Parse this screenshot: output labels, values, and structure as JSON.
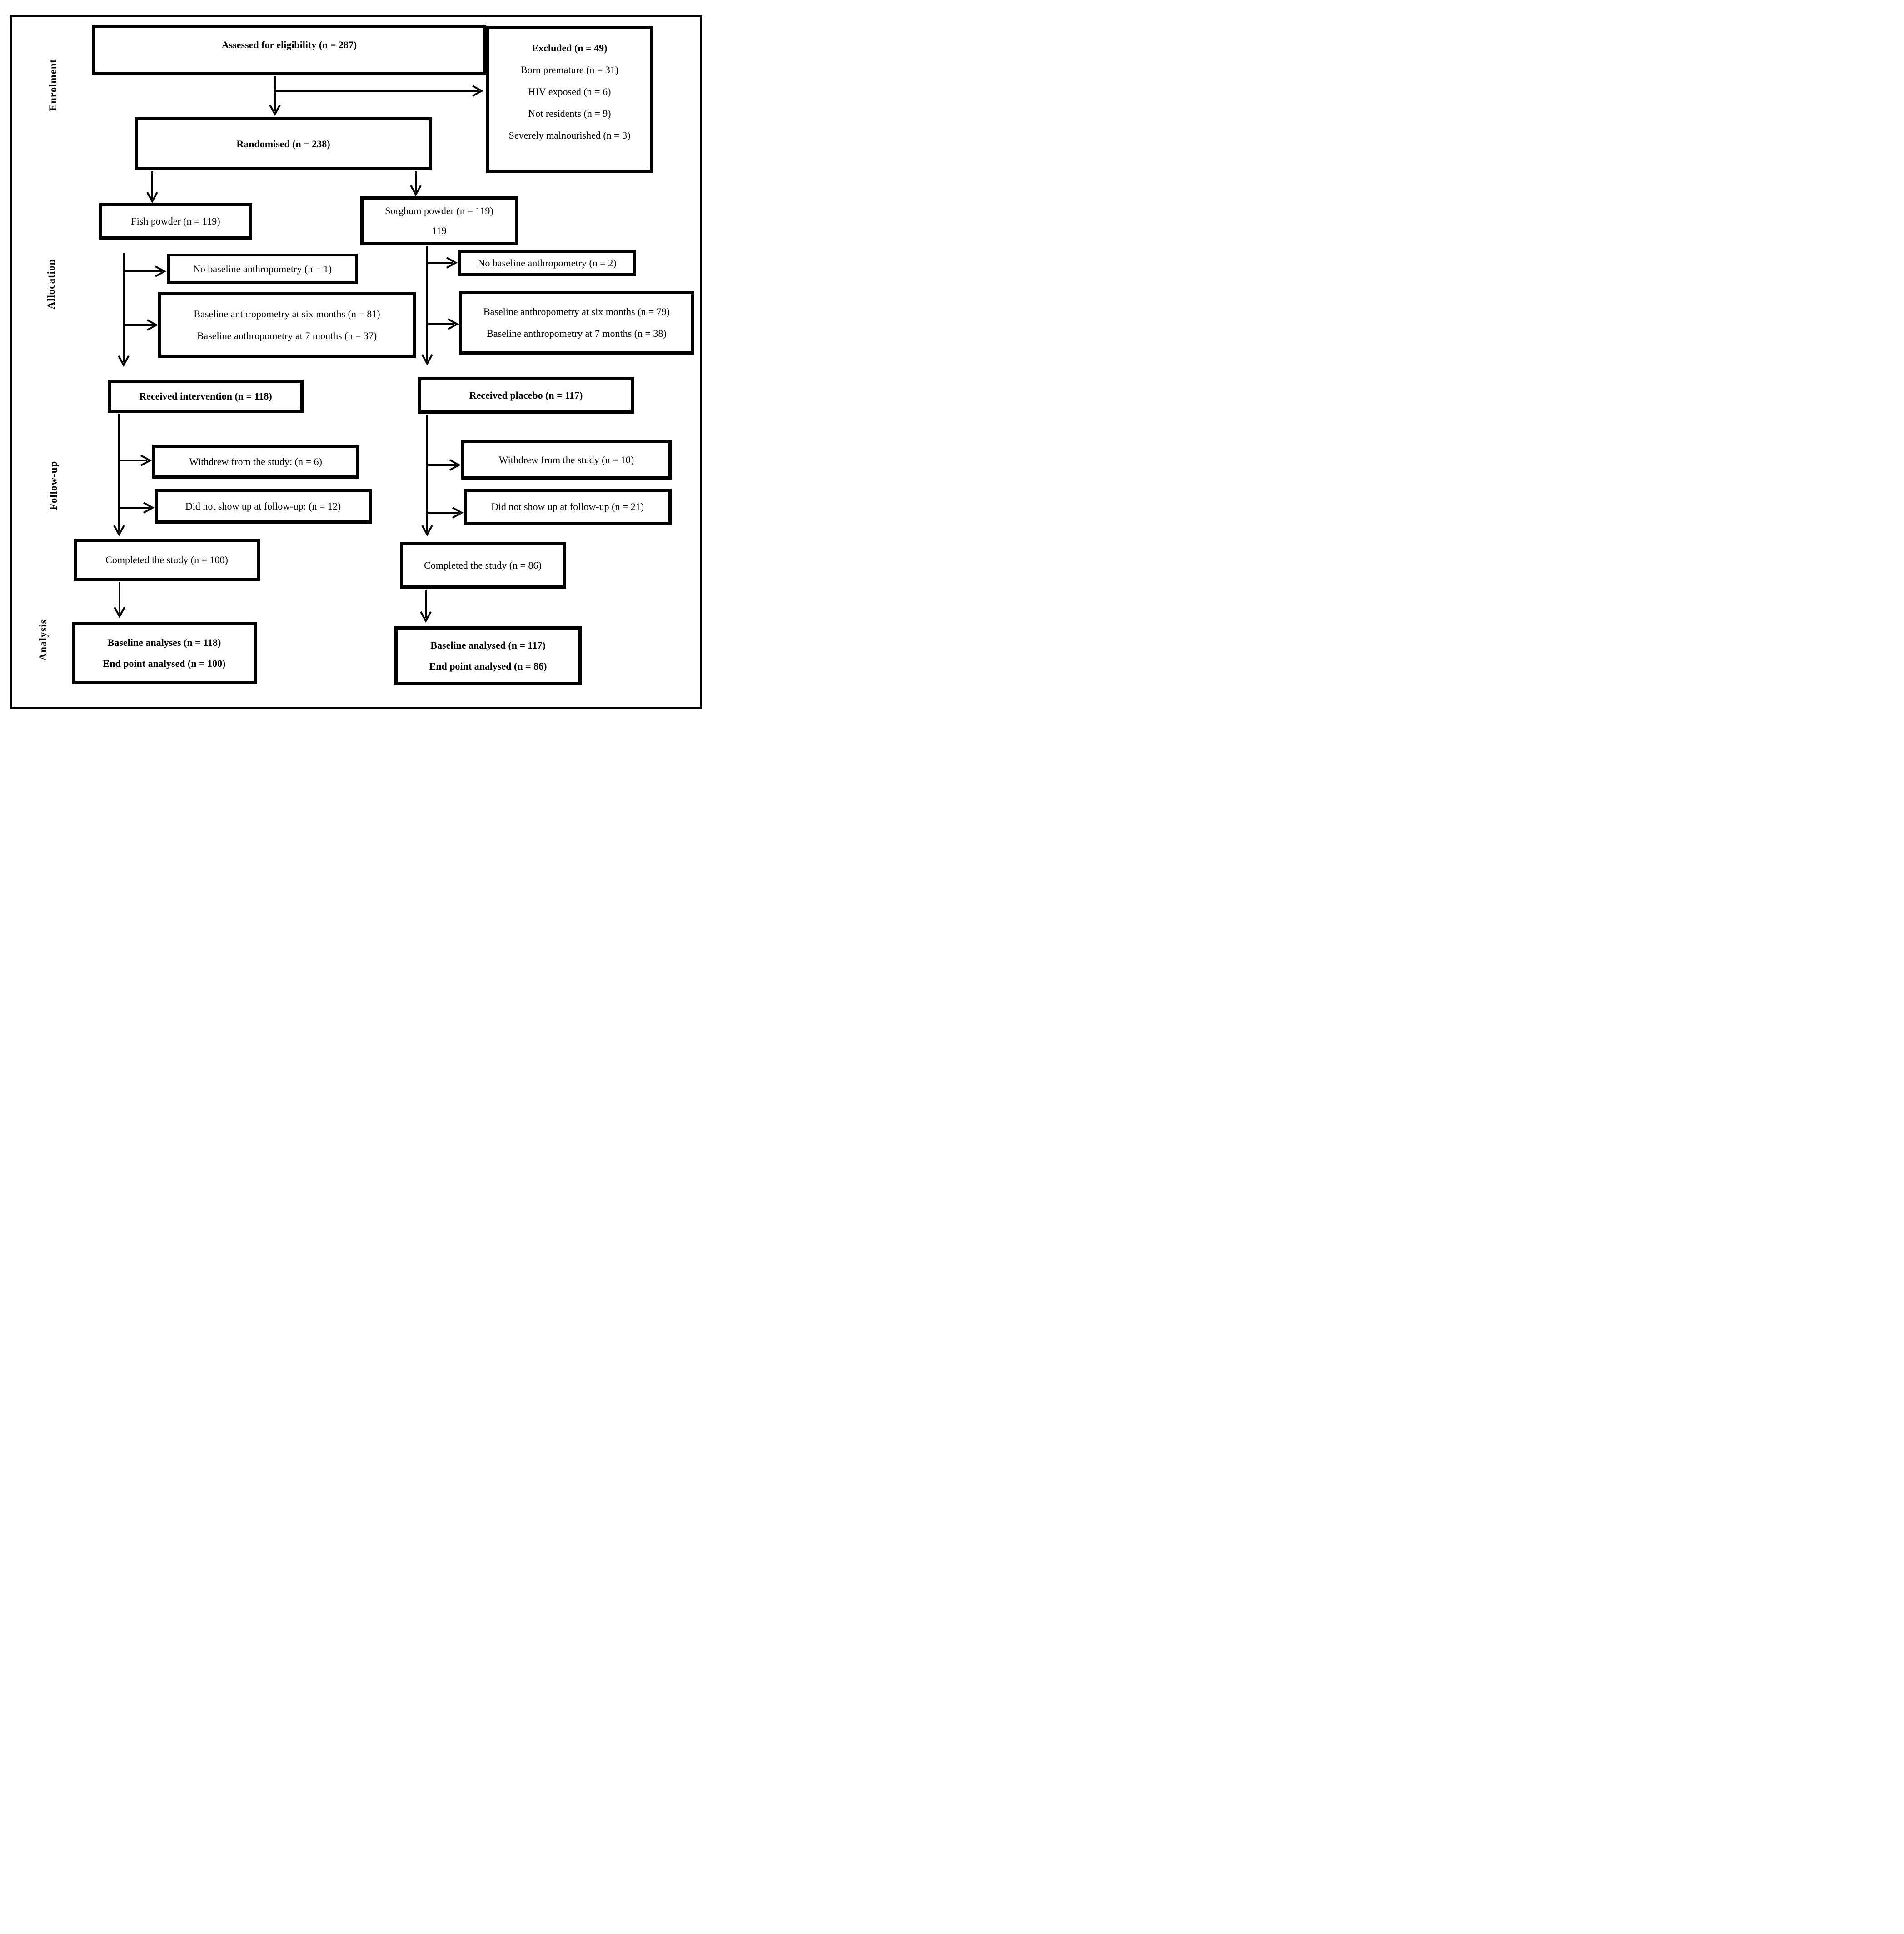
{
  "stage_labels": {
    "enrolment": "Enrolment",
    "allocation": "Allocation",
    "followup": "Follow-up",
    "analysis": "Analysis"
  },
  "enrolment": {
    "assessed": "Assessed for eligibility (n = 287)",
    "excluded": {
      "title": "Excluded (n = 49)",
      "items": [
        "Born premature (n = 31)",
        "HIV exposed (n = 6)",
        "Not residents (n = 9)",
        "Severely malnourished (n = 3)"
      ]
    },
    "randomised": "Randomised (n = 238)"
  },
  "allocation": {
    "fish_arm": {
      "label": "Fish powder (n = 119)",
      "no_baseline": "No baseline anthropometry (n = 1)",
      "baseline_six_months": "Baseline anthropometry at six months (n = 81)",
      "baseline_seven_months": "Baseline anthropometry at 7 months (n = 37)",
      "received": "Received intervention (n = 118)"
    },
    "sorghum_arm": {
      "label": "Sorghum powder (n = 119)",
      "sublabel": "119",
      "no_baseline": "No baseline anthropometry (n = 2)",
      "baseline_six_months": "Baseline anthropometry at six months (n = 79)",
      "baseline_seven_months": "Baseline anthropometry at 7 months (n = 38)",
      "received": "Received placebo (n = 117)"
    }
  },
  "followup": {
    "fish_arm": {
      "withdrew": "Withdrew from the study: (n = 6)",
      "did_not_show": "Did not show up at follow-up: (n = 12)",
      "completed": "Completed the study (n = 100)"
    },
    "sorghum_arm": {
      "withdrew": "Withdrew from the study (n = 10)",
      "did_not_show": "Did not show up at follow-up (n = 21)",
      "completed": "Completed the study (n = 86)"
    }
  },
  "analysis": {
    "fish_arm": {
      "baseline": "Baseline analyses (n = 118)",
      "end_point": "End point analysed (n = 100)"
    },
    "sorghum_arm": {
      "baseline": "Baseline analysed (n = 117)",
      "end_point": "End point analysed (n = 86)"
    }
  },
  "colors": {
    "line": "#000000",
    "background": "#ffffff",
    "text": "#000000"
  }
}
